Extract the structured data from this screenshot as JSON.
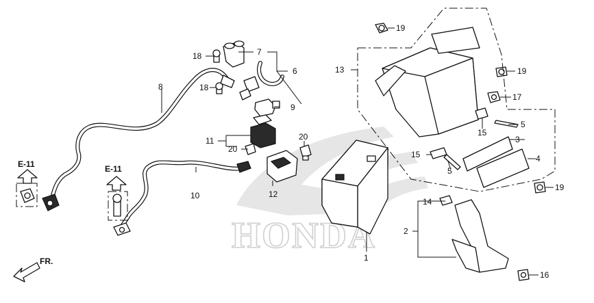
{
  "brand_watermark": "HONDA",
  "direction_label": "FR.",
  "ref_labels": [
    "E-11",
    "E-11"
  ],
  "callouts": [
    "1",
    "2",
    "3",
    "4",
    "5",
    "5",
    "6",
    "7",
    "8",
    "9",
    "10",
    "11",
    "12",
    "13",
    "14",
    "15",
    "15",
    "16",
    "17",
    "18",
    "18",
    "19",
    "19",
    "19",
    "20",
    "20"
  ]
}
